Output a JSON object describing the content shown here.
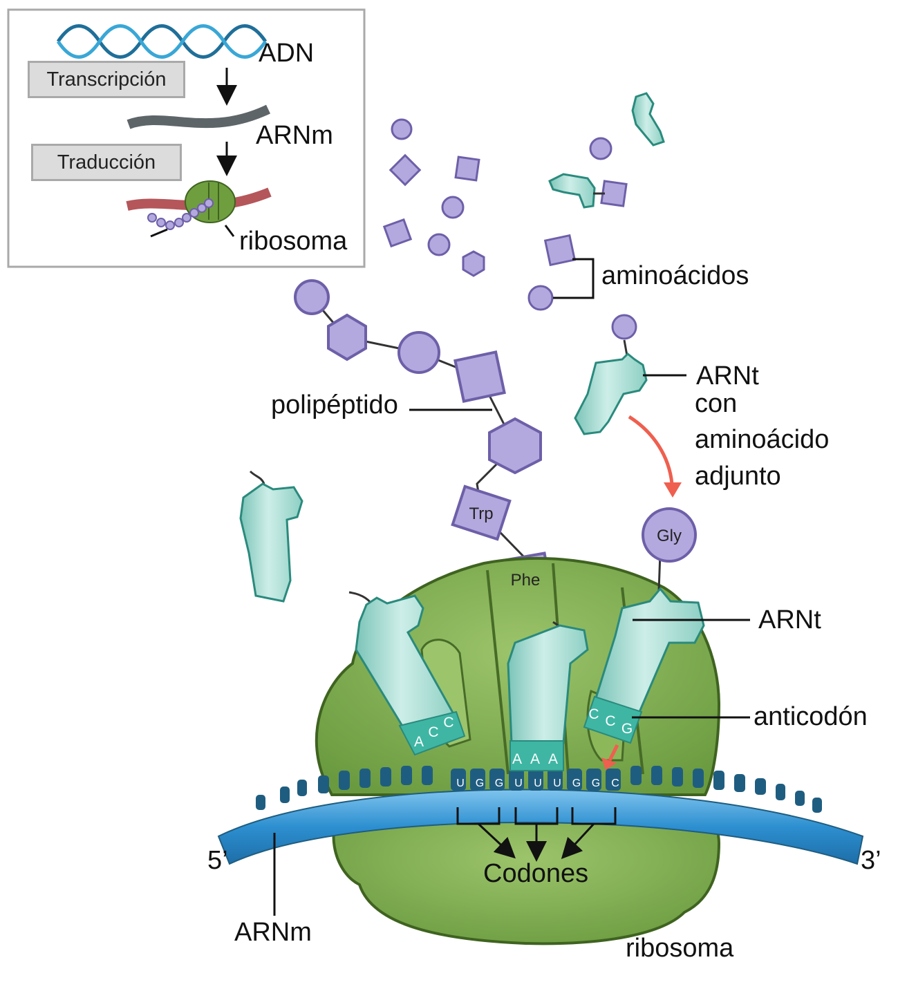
{
  "inset": {
    "dna_label": "ADN",
    "mrna_label": "ARNm",
    "ribosome_label": "ribosoma",
    "transcription_label": "Transcripción",
    "translation_label": "Traducción"
  },
  "labels": {
    "amino_acids": "aminoácidos",
    "polypeptide": "polipéptido",
    "trna_with_aa": [
      "ARNt",
      "con",
      "aminoácido",
      "adjunto"
    ],
    "trna": "ARNt",
    "anticodon": "anticodón",
    "codons": "Codones",
    "mrna": "ARNm",
    "ribosome": "ribosoma",
    "five_prime": "5’",
    "three_prime": "3’"
  },
  "amino_acid_names": {
    "trp": "Trp",
    "phe": "Phe",
    "gly": "Gly"
  },
  "codon_bases": [
    "U",
    "G",
    "G",
    "U",
    "U",
    "U",
    "G",
    "G",
    "C"
  ],
  "anticodons": {
    "left": [
      "A",
      "C",
      "C"
    ],
    "middle": [
      "A",
      "A",
      "A"
    ],
    "right": [
      "C",
      "C",
      "G"
    ]
  },
  "colors": {
    "amino_acid": "#b3a9de",
    "amino_acid_stroke": "#6e5fa8",
    "trna": "#a6d8cf",
    "trna_stroke": "#2a8a7d",
    "anticodon": "#3fb6a4",
    "ribosome": "#7ea94f",
    "ribosome_dark": "#476b27",
    "mrna": "#2d8fd0",
    "mrna_dark": "#1f5d80",
    "arrow_red": "#ef5f4f",
    "dna": "#2a93c4"
  }
}
